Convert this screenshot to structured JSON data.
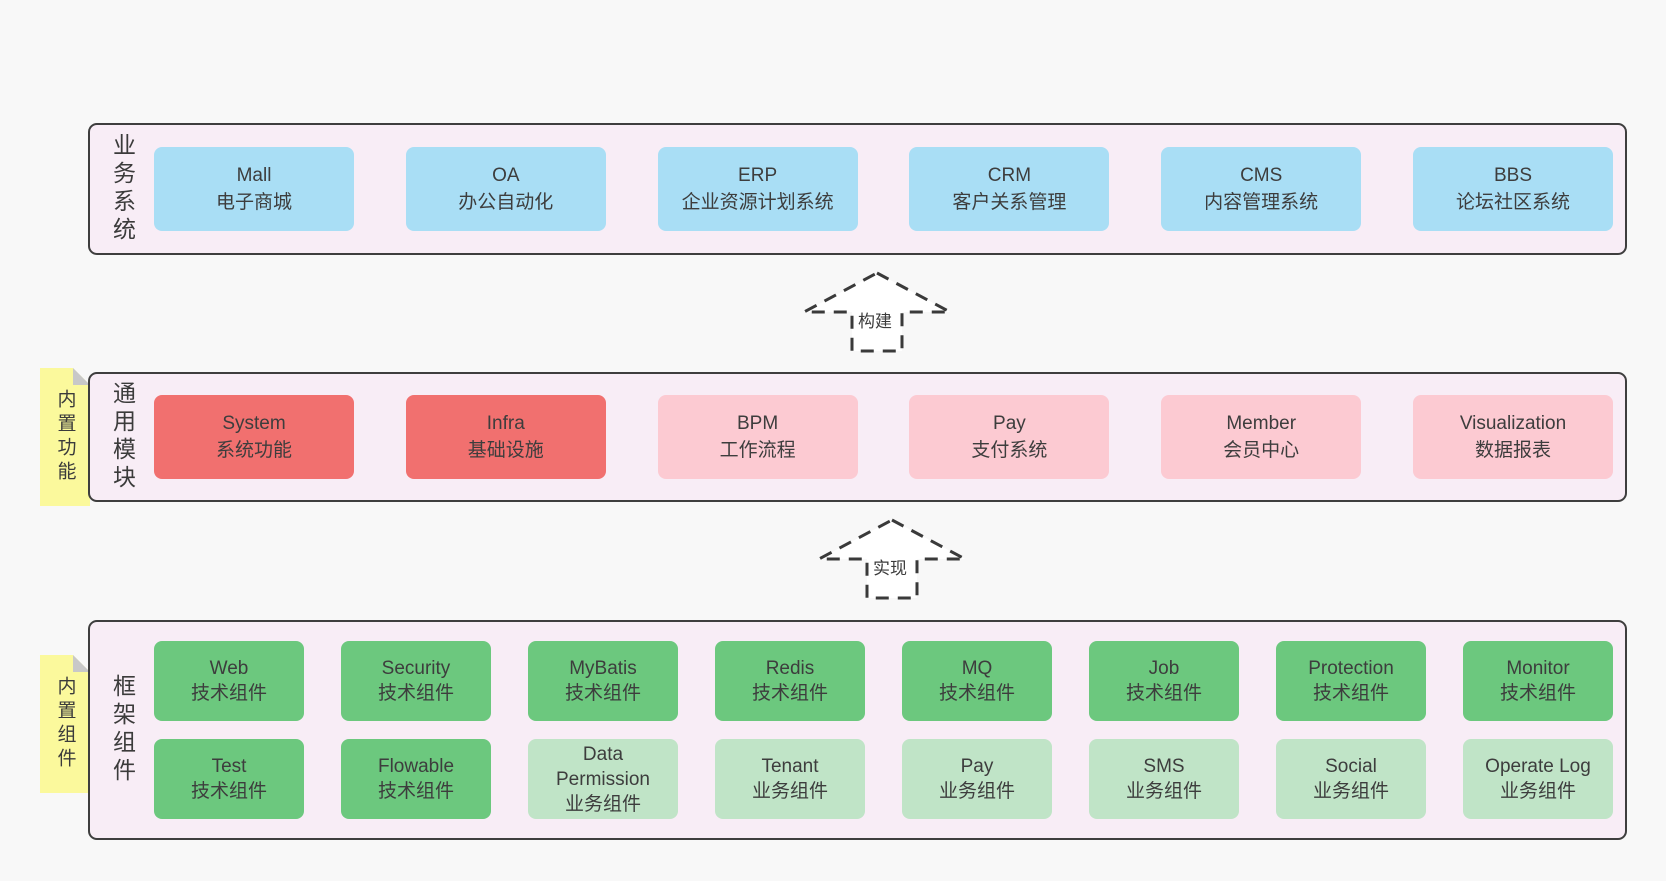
{
  "colors": {
    "page_bg": "#f8f8f8",
    "layer_bg": "#f8edf6",
    "layer_border": "#3e3e3e",
    "box_blue": "#a9def5",
    "box_red": "#f1706f",
    "box_pink": "#fccad2",
    "box_green": "#6cc87e",
    "box_green_light": "#c0e4c7",
    "sticky_yellow": "#fbf99c",
    "sticky_fold": "#c8c8c8",
    "text": "#3d3d3d",
    "arrow_fill": "#ffffff"
  },
  "arrows": [
    {
      "label": "构建"
    },
    {
      "label": "实现"
    }
  ],
  "layers": [
    {
      "label": "业务系统",
      "sticky": "",
      "rows": [
        [
          {
            "title": "Mall",
            "subtitle": "电子商城",
            "variant": "blue"
          },
          {
            "title": "OA",
            "subtitle": "办公自动化",
            "variant": "blue"
          },
          {
            "title": "ERP",
            "subtitle": "企业资源计划系统",
            "variant": "blue"
          },
          {
            "title": "CRM",
            "subtitle": "客户关系管理",
            "variant": "blue"
          },
          {
            "title": "CMS",
            "subtitle": "内容管理系统",
            "variant": "blue"
          },
          {
            "title": "BBS",
            "subtitle": "论坛社区系统",
            "variant": "blue"
          }
        ]
      ]
    },
    {
      "label": "通用模块",
      "sticky": "内置功能",
      "rows": [
        [
          {
            "title": "System",
            "subtitle": "系统功能",
            "variant": "red"
          },
          {
            "title": "Infra",
            "subtitle": "基础设施",
            "variant": "red"
          },
          {
            "title": "BPM",
            "subtitle": "工作流程",
            "variant": "pink"
          },
          {
            "title": "Pay",
            "subtitle": "支付系统",
            "variant": "pink"
          },
          {
            "title": "Member",
            "subtitle": "会员中心",
            "variant": "pink"
          },
          {
            "title": "Visualization",
            "subtitle": "数据报表",
            "variant": "pink"
          }
        ]
      ]
    },
    {
      "label": "框架组件",
      "sticky": "内置组件",
      "rows": [
        [
          {
            "title": "Web",
            "subtitle": "技术组件",
            "variant": "green"
          },
          {
            "title": "Security",
            "subtitle": "技术组件",
            "variant": "green"
          },
          {
            "title": "MyBatis",
            "subtitle": "技术组件",
            "variant": "green"
          },
          {
            "title": "Redis",
            "subtitle": "技术组件",
            "variant": "green"
          },
          {
            "title": "MQ",
            "subtitle": "技术组件",
            "variant": "green"
          },
          {
            "title": "Job",
            "subtitle": "技术组件",
            "variant": "green"
          },
          {
            "title": "Protection",
            "subtitle": "技术组件",
            "variant": "green"
          },
          {
            "title": "Monitor",
            "subtitle": "技术组件",
            "variant": "green"
          }
        ],
        [
          {
            "title": "Test",
            "subtitle": "技术组件",
            "variant": "green"
          },
          {
            "title": "Flowable",
            "subtitle": "技术组件",
            "variant": "green"
          },
          {
            "title": "Data Permission",
            "subtitle": "业务组件",
            "variant": "green-light"
          },
          {
            "title": "Tenant",
            "subtitle": "业务组件",
            "variant": "green-light"
          },
          {
            "title": "Pay",
            "subtitle": "业务组件",
            "variant": "green-light"
          },
          {
            "title": "SMS",
            "subtitle": "业务组件",
            "variant": "green-light"
          },
          {
            "title": "Social",
            "subtitle": "业务组件",
            "variant": "green-light"
          },
          {
            "title": "Operate Log",
            "subtitle": "业务组件",
            "variant": "green-light"
          }
        ]
      ]
    }
  ]
}
